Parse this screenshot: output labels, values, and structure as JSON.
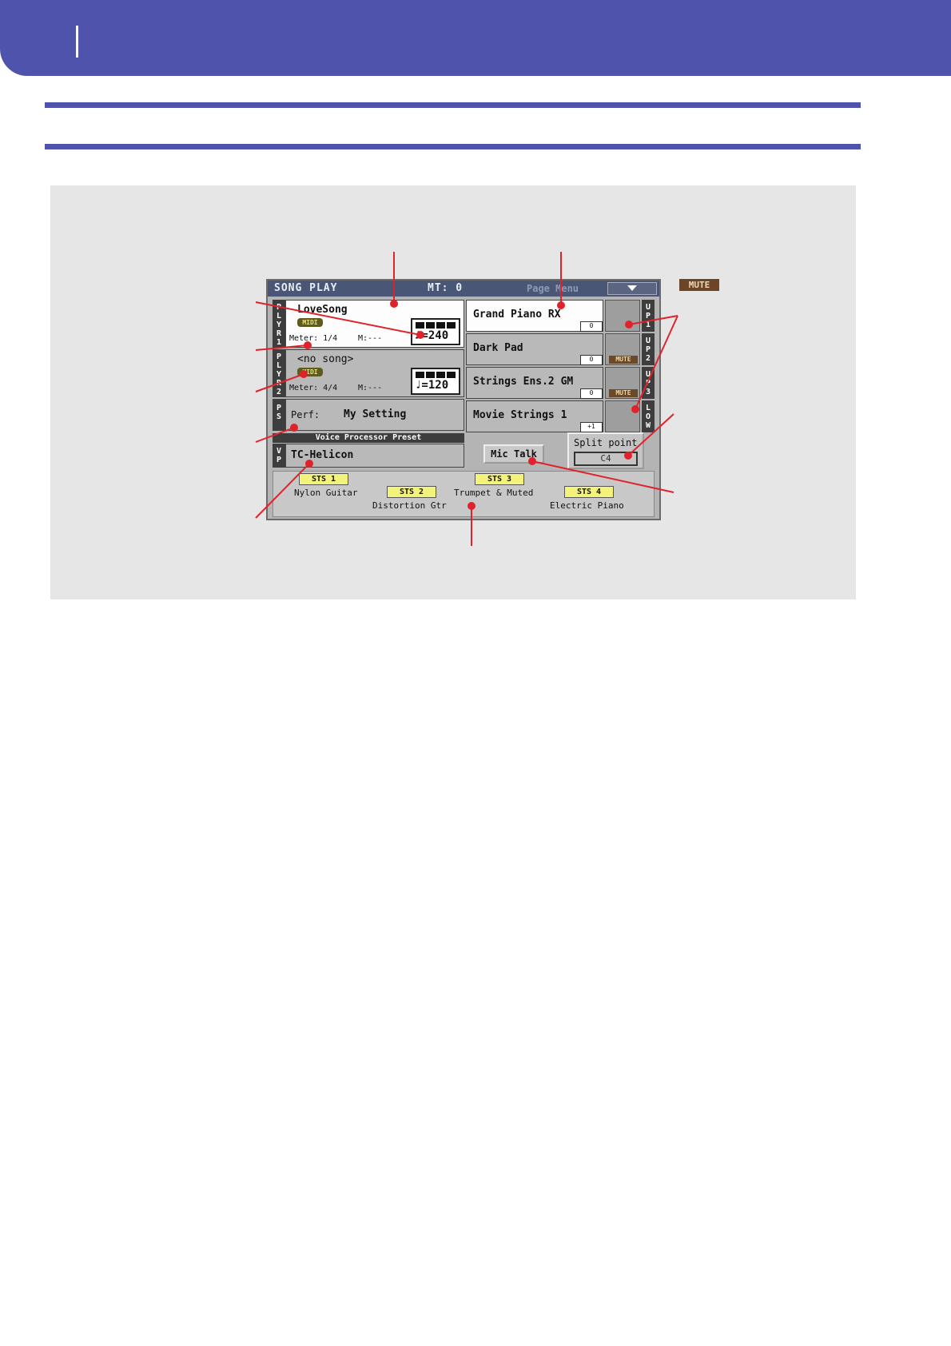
{
  "screen": {
    "title": "SONG PLAY",
    "mt": "MT: 0",
    "page_menu": "Page Menu"
  },
  "player1": {
    "tab": "PLYR1",
    "song": "LoveSong",
    "midi": "MIDI",
    "meter": "Meter: 1/4",
    "measure": "M:---",
    "tempo": "♪=240"
  },
  "player2": {
    "tab": "PLYR2",
    "song": "<no song>",
    "midi": "MIDI",
    "meter": "Meter: 4/4",
    "measure": "M:---",
    "tempo": "♩=120"
  },
  "performance": {
    "tab": "PS",
    "prefix": "Perf:",
    "name": "My Setting"
  },
  "voice_processor": {
    "tab": "VP",
    "header": "Voice Processor Preset",
    "preset": "TC-Helicon"
  },
  "sounds": [
    {
      "name": "Grand Piano RX",
      "octave": "0",
      "tab": "UP1",
      "icon": "piano-icon",
      "mute": ""
    },
    {
      "name": "Dark Pad",
      "octave": "0",
      "tab": "UP2",
      "icon": "pad-icon",
      "mute": "MUTE"
    },
    {
      "name": "Strings Ens.2 GM",
      "octave": "0",
      "tab": "UP3",
      "icon": "strings-icon",
      "mute": "MUTE"
    },
    {
      "name": "Movie Strings 1",
      "octave": "+1",
      "tab": "LOW",
      "icon": "violin-icon",
      "mute": ""
    }
  ],
  "mic_talk": "Mic Talk",
  "split_point": {
    "label": "Split point",
    "value": "C4"
  },
  "sts": [
    {
      "label": "STS 1",
      "name": "Nylon Guitar"
    },
    {
      "label": "STS 2",
      "name": "Distortion Gtr"
    },
    {
      "label": "STS 3",
      "name": "Trumpet & Muted"
    },
    {
      "label": "STS 4",
      "name": "Electric Piano"
    }
  ],
  "mute_legend": "MUTE",
  "colors": {
    "accent": "#5053ac",
    "callout": "#e0232a",
    "sts_button": "#f3f27a"
  }
}
